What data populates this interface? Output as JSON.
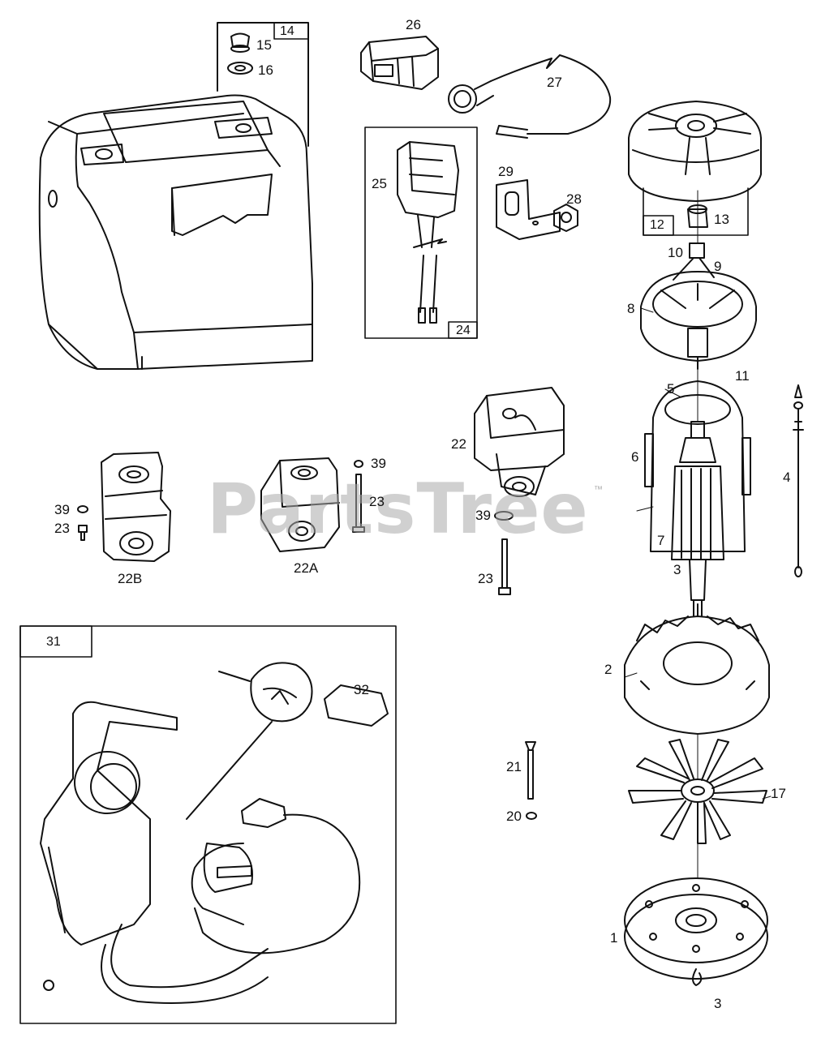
{
  "watermark": {
    "text": "PartsTree",
    "mark": "™"
  },
  "callouts": {
    "n14": "14",
    "n15": "15",
    "n16": "16",
    "n26": "26",
    "n27": "27",
    "n25": "25",
    "n24": "24",
    "n29": "29",
    "n28": "28",
    "n12": "12",
    "n13": "13",
    "n10": "10",
    "n9": "9",
    "n8": "8",
    "n11": "11",
    "n5": "5",
    "n6": "6",
    "n7": "7",
    "n3a": "3",
    "n4": "4",
    "n22": "22",
    "n39a": "39",
    "n23a": "23",
    "n39b": "39",
    "n23b": "23",
    "n22B": "22B",
    "n39c": "39",
    "n23c": "23",
    "n22A": "22A",
    "n31": "31",
    "n32": "32",
    "n2": "2",
    "n21": "21",
    "n20": "20",
    "n17": "17",
    "n1": "1",
    "n3b": "3"
  }
}
